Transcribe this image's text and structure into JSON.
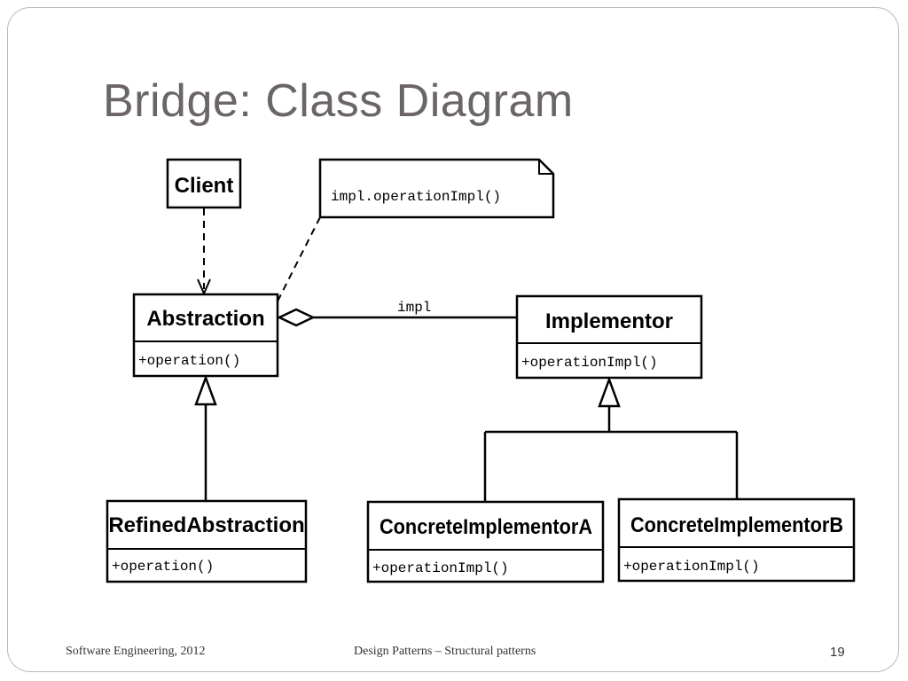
{
  "slide": {
    "title": "Bridge: Class Diagram",
    "footer_left": "Software Engineering, 2012",
    "footer_center": "Design Patterns – Structural patterns",
    "page_number": "19"
  },
  "diagram": {
    "client": {
      "name": "Client"
    },
    "note": {
      "text": "impl.operationImpl()"
    },
    "abstraction": {
      "name": "Abstraction",
      "method": "+operation()"
    },
    "implementor": {
      "name": "Implementor",
      "method": "+operationImpl()"
    },
    "association_label": "impl",
    "refined_abstraction": {
      "name": "RefinedAbstraction",
      "method": "+operation()"
    },
    "concrete_a": {
      "name": "ConcreteImplementorA",
      "method": "+operationImpl()"
    },
    "concrete_b": {
      "name": "ConcreteImplementorB",
      "method": "+operationImpl()"
    }
  }
}
